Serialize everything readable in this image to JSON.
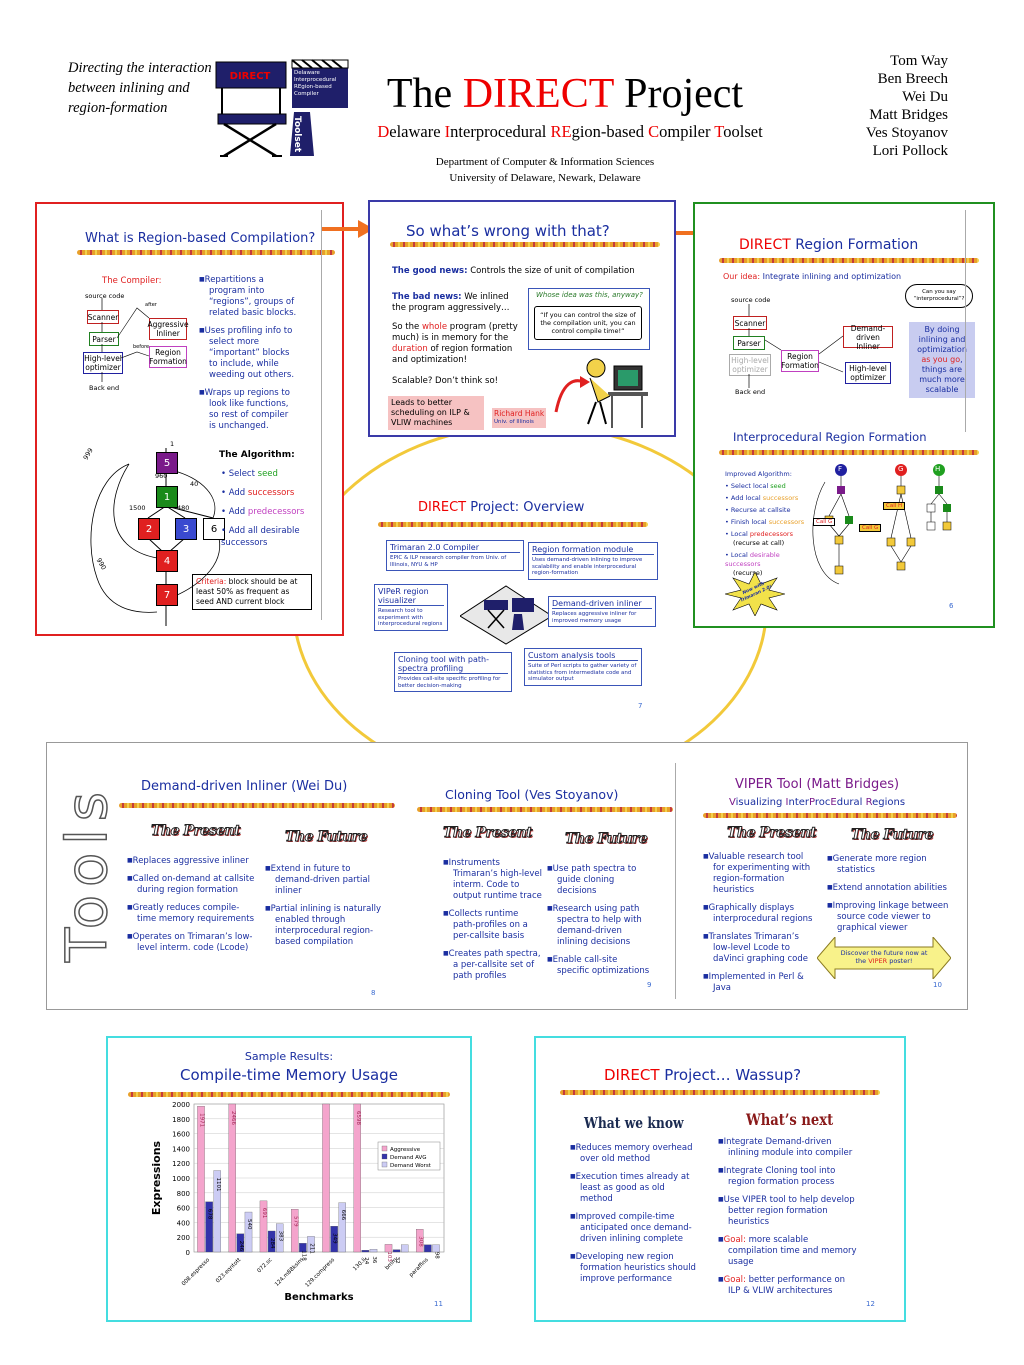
{
  "header": {
    "tagline": "Directing the interaction between inlining and region-formation",
    "title_pre": "The ",
    "title_red": "DIRECT",
    "title_post": " Project",
    "subtitle_parts": [
      [
        "D",
        "elaware "
      ],
      [
        "I",
        "nterprocedural "
      ],
      [
        "RE",
        "gion-based "
      ],
      [
        "C",
        "ompiler "
      ],
      [
        "T",
        "oolset"
      ]
    ],
    "dept1": "Department of Computer & Information Sciences",
    "dept2": "University of Delaware, Newark, Delaware",
    "authors": [
      "Tom Way",
      "Ben Breech",
      "Wei Du",
      "Matt Bridges",
      "Ves Stoyanov",
      "Lori Pollock"
    ],
    "logo_chair_label": "DIRECT",
    "logo_clap": "Delaware Interprocedural REgion-based Compiler",
    "logo_toolset": "Toolset"
  },
  "p1": {
    "title": "What is Region-based Compilation?",
    "compiler_label": "The Compiler:",
    "source_code": "source code",
    "scanner": "Scanner",
    "parser": "Parser",
    "hlopt": "High-level optimizer",
    "backend": "Back end",
    "aggr": "Aggressive Inliner",
    "regf": "Region Formation",
    "after": "after",
    "before": "before",
    "bullets": [
      "Repartitions a program into “regions”, groups of related basic blocks.",
      "Uses profiling info to select more “important” blocks to include, while weeding out others.",
      "Wraps up regions to look like functions, so rest of compiler is unchanged."
    ],
    "algo_title": "The Algorithm:",
    "algo": [
      [
        "Select ",
        "seed"
      ],
      [
        "Add ",
        "successors"
      ],
      [
        "Add ",
        "predecessors"
      ],
      [
        "Add all ",
        "desirable successors"
      ]
    ],
    "criteria_label": "Criteria:",
    "criteria_text": " block should be at least 50% as frequent as seed AND current block",
    "nodes": [
      "5",
      "1",
      "2",
      "3",
      "6",
      "4",
      "7"
    ],
    "edge_labels": [
      "1",
      "960",
      "40",
      "1500",
      "480",
      "999",
      "990"
    ]
  },
  "p2": {
    "title": "So what’s wrong with that?",
    "good_label": "The good news:",
    "good_text": "Controls the size of unit of compilation",
    "bad_label": "The bad news:",
    "bad_text": " We inlined the program aggressively…",
    "so1": "So the ",
    "whole": "whole",
    "so2": " program (pretty much) is in memory for the ",
    "duration": "duration",
    "so3": " of region formation and optimization!",
    "scalable": "Scalable?  Don’t think so!",
    "leads": "Leads to better scheduling on ILP & VLIW machines",
    "idea_q": "Whose idea was this, anyway?",
    "quote": "“If you can control the size of the compilation unit, you can control compile time!”",
    "hank_name": "Richard Hank",
    "hank_univ": "Univ. of Illinois"
  },
  "p3": {
    "title_red": "DIRECT",
    "title_rest": " Region Formation",
    "idea_label": "Our idea:",
    "idea_text": "Integrate inlining and optimization",
    "source_code": "source code",
    "scanner": "Scanner",
    "parser": "Parser",
    "hlopt": "High-level optimizer",
    "backend": "Back end",
    "dd_inliner": "Demand-driven Inliner",
    "regf": "Region Formation",
    "hlopt2": "High-level optimizer",
    "cloud": "Can you say “interprocedural”?",
    "bydoing1": "By doing inlining and optimization ",
    "bydoing_red": "as you go",
    "bydoing2": ", things are much more scalable",
    "ipr_title": "Interprocedural Region Formation",
    "improved": "Improved Algorithm:",
    "algo": [
      [
        "Select local ",
        "seed"
      ],
      [
        "Add local ",
        "successors"
      ],
      [
        "Recurse at callsite",
        ""
      ],
      [
        "Finish local ",
        "successors"
      ],
      [
        "Local ",
        "predecessors",
        "(recurse at call)"
      ],
      [
        "Local ",
        "desirable successors",
        "(recurse)"
      ]
    ],
    "call_h": "Call H",
    "call_g": "Call G",
    "call_g2": "Call G",
    "fn_f": "F",
    "fn_g": "G",
    "fn_h": "H",
    "starburst": "Now with Trimaran 2.0!",
    "pnum": "6"
  },
  "p4": {
    "title_red": "DIRECT",
    "title_rest": " Project:  Overview",
    "boxes": [
      {
        "t": "Trimaran 2.0 Compiler",
        "d": "EPIC & ILP research compiler from Univ. of Illinois, NYU & HP"
      },
      {
        "t": "Region formation module",
        "d": "Uses demand-driven inlining to improve scalability and enable interprocedural region-formation"
      },
      {
        "t": "VIPeR region visualizer",
        "d": "Research tool to experiment with interprocedural regions"
      },
      {
        "t": "Demand-driven inliner",
        "d": "Replaces aggressive inliner for improved memory usage"
      },
      {
        "t": "Cloning tool with path-spectra profiling",
        "d": "Provides call-site specific profiling for better decision-making"
      },
      {
        "t": "Custom analysis tools",
        "d": "Suite of Perl scripts to gather variety of statistics from intermediate code and simulator output"
      }
    ],
    "pnum": "7"
  },
  "tools": {
    "side": "Tools",
    "present": "The Present",
    "future": "The Future",
    "a_title": "Demand-driven Inliner (Wei Du)",
    "a_present": [
      "Replaces aggressive inliner",
      "Called on-demand at callsite during region formation",
      "Greatly reduces compile-time memory requirements",
      "Operates on Trimaran’s low-level interm. code (Lcode)"
    ],
    "a_future": [
      "Extend in future to demand-driven partial inliner",
      "Partial inlining is naturally enabled through interprocedural region-based compilation"
    ],
    "a_pnum": "8",
    "b_title": "Cloning Tool (Ves Stoyanov)",
    "b_present": [
      "Instruments Trimaran’s high-level interm. Code to output runtime trace",
      "Collects runtime path-profiles on a per-callsite basis",
      "Creates path spectra, a per-callsite set of path profiles"
    ],
    "b_future": [
      "Use path spectra to guide cloning decisions",
      "Research using path spectra to help with demand-driven inlining decisions",
      "Enable call-site specific optimizations"
    ],
    "b_pnum": "9",
    "c_title": "VIPER Tool (Matt Bridges)",
    "c_sub_parts": [
      [
        "V",
        "isualizing "
      ],
      [
        "I",
        "nter"
      ],
      [
        "P",
        "roc"
      ],
      [
        "E",
        "dural "
      ],
      [
        "R",
        "egions"
      ]
    ],
    "c_present": [
      "Valuable research tool for experimenting with region-formation heuristics",
      "Graphically displays interprocedural regions",
      "Translates Trimaran’s low-level Lcode to daVinci graphing code",
      "Implemented in Perl & Java"
    ],
    "c_future": [
      "Generate more region statistics",
      "Extend annotation abilities",
      "Improving linkage between source code viewer to graphical viewer"
    ],
    "arrow_text1": "Discover the future now at the ",
    "arrow_red": "VIPER",
    "arrow_text2": " poster!",
    "c_pnum": "10"
  },
  "chart_panel": {
    "t1": "Sample Results:",
    "t2": "Compile-time Memory Usage",
    "pnum": "11"
  },
  "chart_data": {
    "type": "bar",
    "title": "",
    "xlabel": "Benchmarks",
    "ylabel": "Expressions",
    "ylim": [
      0,
      2000
    ],
    "yticks": [
      "0",
      "200",
      "400",
      "600",
      "800",
      "1000",
      "1200",
      "1400",
      "1600",
      "1800",
      "2000"
    ],
    "categories": [
      "008.espresso",
      "023.eqntott",
      "072.sc",
      "124.m88ksim",
      "129.compress",
      "130.li",
      "bmm",
      "paraffins"
    ],
    "series": [
      {
        "name": "Aggressive",
        "color": "#f4a4cc",
        "values": [
          1971,
          2466,
          691,
          579,
          2000,
          6598,
          103,
          308
        ],
        "labels": [
          "1971",
          "2466",
          "691",
          "579",
          "",
          "6598",
          "103",
          "308"
        ]
      },
      {
        "name": "Demand AVG",
        "color": "#3333aa",
        "values": [
          678,
          246,
          284,
          118,
          349,
          24,
          32,
          98
        ],
        "labels": [
          "678",
          "246",
          "284",
          "118",
          "349",
          "24",
          "32",
          ""
        ]
      },
      {
        "name": "Demand Worst",
        "color": "#ccccf4",
        "values": [
          1101,
          540,
          383,
          211,
          666,
          36,
          98,
          98
        ],
        "labels": [
          "1101",
          "540",
          "383",
          "211",
          "666",
          "36",
          "",
          "98"
        ]
      }
    ],
    "legend_position": "right",
    "grid": true
  },
  "p8": {
    "title_red": "DIRECT",
    "title_rest": " Project… Wassup?",
    "know_hdr": "What we know",
    "next_hdr": "What’s next",
    "know": [
      "Reduces memory overhead over old method",
      "Execution times already at least as good as old method",
      "Improved compile-time anticipated once demand-driven inlining complete",
      "Developing new region formation heuristics should improve performance"
    ],
    "next": [
      [
        "",
        "Integrate Demand-driven inlining module into compiler"
      ],
      [
        "",
        "Integrate Cloning tool into region formation process"
      ],
      [
        "",
        "Use VIPER tool to help develop better region formation heuristics"
      ],
      [
        "Goal:",
        "  more scalable compilation time and memory usage"
      ],
      [
        "Goal:",
        "  better performance on ILP & VLIW architectures"
      ]
    ],
    "pnum": "12"
  }
}
